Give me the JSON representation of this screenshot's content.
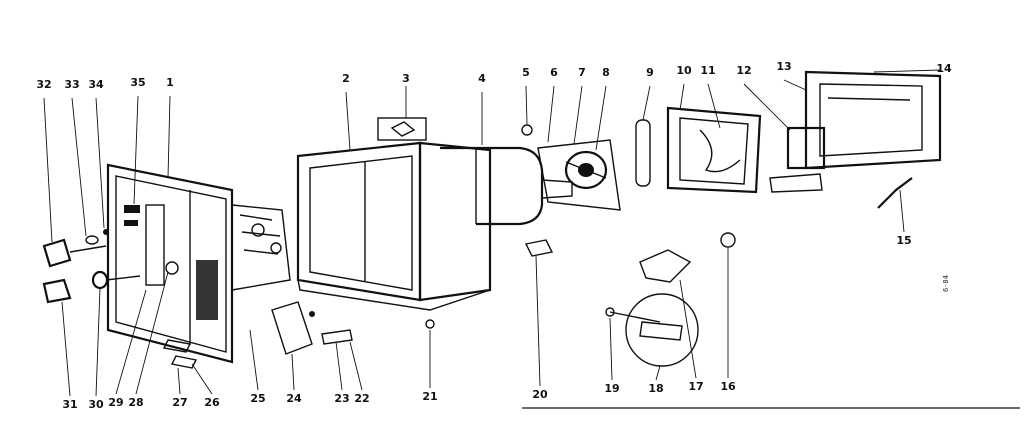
{
  "labels": [
    "1",
    "2",
    "3",
    "4",
    "5",
    "6",
    "7",
    "8",
    "9",
    "10",
    "11",
    "12",
    "13",
    "14",
    "15",
    "16",
    "17",
    "18",
    "19",
    "20",
    "21",
    "22",
    "23",
    "24",
    "25",
    "26",
    "27",
    "28",
    "29",
    "30",
    "31",
    "32",
    "33",
    "34",
    "35"
  ],
  "ref_code": "6-84"
}
